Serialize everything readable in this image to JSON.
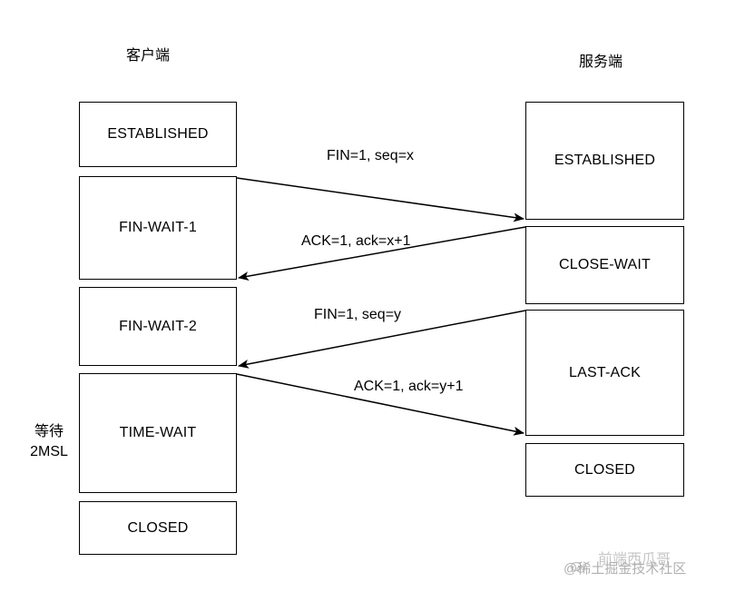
{
  "client": {
    "title": "客户端",
    "states": [
      "ESTABLISHED",
      "FIN-WAIT-1",
      "FIN-WAIT-2",
      "TIME-WAIT",
      "CLOSED"
    ],
    "wait_note_line1": "等待",
    "wait_note_line2": "2MSL"
  },
  "server": {
    "title": "服务端",
    "states": [
      "ESTABLISHED",
      "CLOSE-WAIT",
      "LAST-ACK",
      "CLOSED"
    ]
  },
  "messages": [
    {
      "label": "FIN=1, seq=x",
      "direction": "client-to-server"
    },
    {
      "label": "ACK=1, ack=x+1",
      "direction": "server-to-client"
    },
    {
      "label": "FIN=1, seq=y",
      "direction": "server-to-client"
    },
    {
      "label": "ACK=1, ack=y+1",
      "direction": "client-to-server"
    }
  ],
  "watermark": {
    "line1": "前端西瓜哥",
    "line2": "@稀土掘金技术社区"
  }
}
